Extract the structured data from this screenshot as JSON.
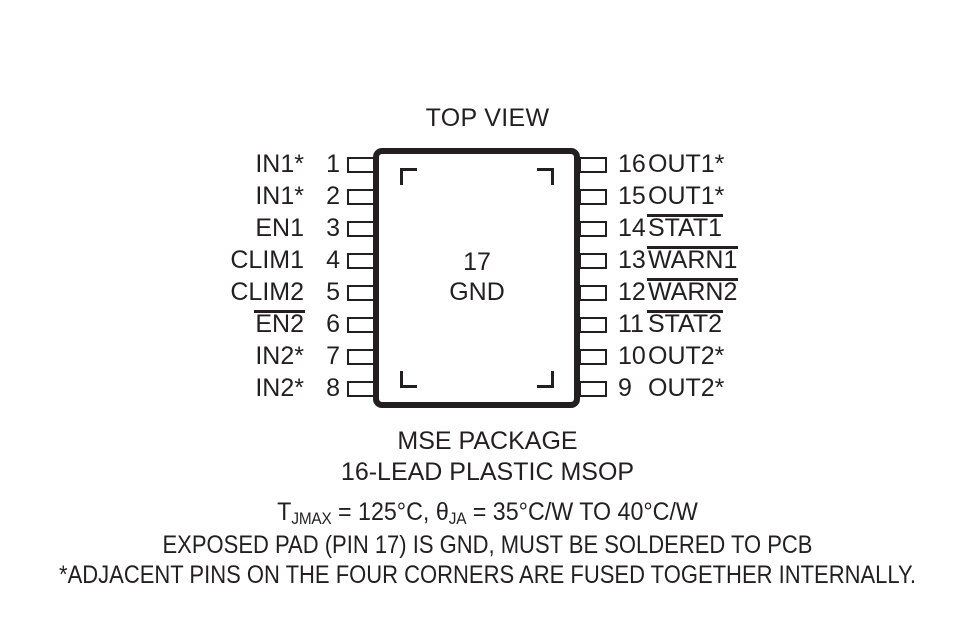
{
  "diagram": {
    "title": "TOP VIEW",
    "package_body": {
      "exposed_pad_number": "17",
      "exposed_pad_name": "GND"
    },
    "left_pins": [
      {
        "number": "1",
        "label": "IN1*",
        "overline": false
      },
      {
        "number": "2",
        "label": "IN1*",
        "overline": false
      },
      {
        "number": "3",
        "label": "EN1",
        "overline": false
      },
      {
        "number": "4",
        "label": "CLIM1",
        "overline": false
      },
      {
        "number": "5",
        "label": "CLIM2",
        "overline": false
      },
      {
        "number": "6",
        "label": "EN2",
        "overline": true
      },
      {
        "number": "7",
        "label": "IN2*",
        "overline": false
      },
      {
        "number": "8",
        "label": "IN2*",
        "overline": false
      }
    ],
    "right_pins": [
      {
        "number": "16",
        "label": "OUT1*",
        "overline": false
      },
      {
        "number": "15",
        "label": "OUT1*",
        "overline": false
      },
      {
        "number": "14",
        "label": "STAT1",
        "overline": true
      },
      {
        "number": "13",
        "label": "WARN1",
        "overline": true
      },
      {
        "number": "12",
        "label": "WARN2",
        "overline": true
      },
      {
        "number": "11",
        "label": "STAT2",
        "overline": true
      },
      {
        "number": "10",
        "label": "OUT2*",
        "overline": false
      },
      {
        "number": "9",
        "label": "OUT2*",
        "overline": false
      }
    ],
    "caption": {
      "package_name": "MSE PACKAGE",
      "package_description": "16-LEAD PLASTIC MSOP",
      "thermal": {
        "tj_symbol": "T",
        "tj_subscript": "JMAX",
        "tj_value": " = 125°C, ",
        "theta_symbol": "θ",
        "theta_subscript": "JA",
        "theta_value": " = 35°C/W TO 40°C/W"
      },
      "note_exposed_pad": "EXPOSED PAD (PIN 17) IS GND, MUST BE SOLDERED TO PCB",
      "note_fused_pins": "*ADJACENT PINS ON THE FOUR CORNERS ARE FUSED TOGETHER INTERNALLY."
    },
    "colors": {
      "ink": "#231f20",
      "background": "#ffffff"
    }
  }
}
